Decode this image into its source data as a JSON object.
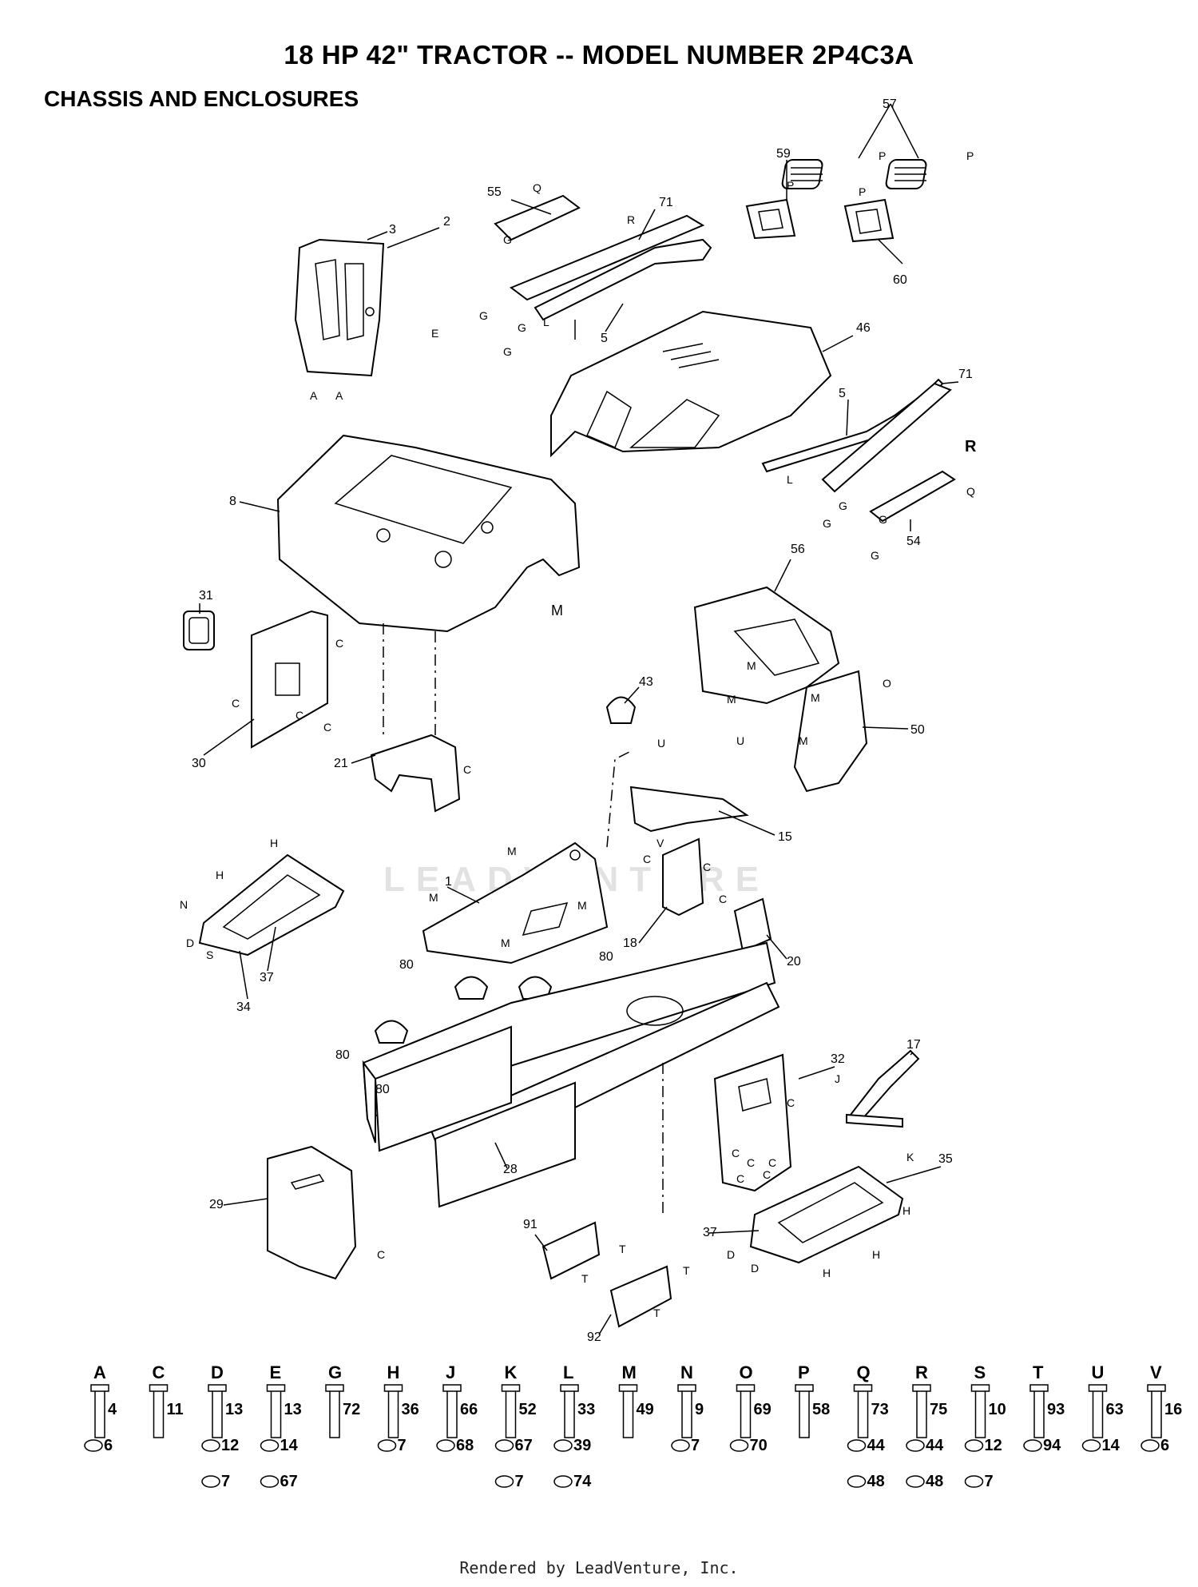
{
  "header": {
    "title": "18 HP 42\" TRACTOR -- MODEL NUMBER 2P4C3A",
    "subtitle": "CHASSIS AND ENCLOSURES"
  },
  "watermark": "LEADVENTURE",
  "callouts": [
    {
      "id": "c57",
      "label": "57"
    },
    {
      "id": "c59",
      "label": "59"
    },
    {
      "id": "c60",
      "label": "60"
    },
    {
      "id": "c55",
      "label": "55"
    },
    {
      "id": "c71a",
      "label": "71"
    },
    {
      "id": "c5a",
      "label": "5"
    },
    {
      "id": "c3",
      "label": "3"
    },
    {
      "id": "c2",
      "label": "2"
    },
    {
      "id": "c46",
      "label": "46"
    },
    {
      "id": "c71b",
      "label": "71"
    },
    {
      "id": "c5b",
      "label": "5"
    },
    {
      "id": "c54",
      "label": "54"
    },
    {
      "id": "c8",
      "label": "8"
    },
    {
      "id": "c31",
      "label": "31"
    },
    {
      "id": "c56",
      "label": "56"
    },
    {
      "id": "c43",
      "label": "43"
    },
    {
      "id": "c50",
      "label": "50"
    },
    {
      "id": "c30",
      "label": "30"
    },
    {
      "id": "c21",
      "label": "21"
    },
    {
      "id": "c15",
      "label": "15"
    },
    {
      "id": "c1",
      "label": "1"
    },
    {
      "id": "c18",
      "label": "18"
    },
    {
      "id": "c20",
      "label": "20"
    },
    {
      "id": "c37a",
      "label": "37"
    },
    {
      "id": "c34",
      "label": "34"
    },
    {
      "id": "c80a",
      "label": "80"
    },
    {
      "id": "c80b",
      "label": "80"
    },
    {
      "id": "c80c",
      "label": "80"
    },
    {
      "id": "c80d",
      "label": "80"
    },
    {
      "id": "c32",
      "label": "32"
    },
    {
      "id": "c17",
      "label": "17"
    },
    {
      "id": "c35",
      "label": "35"
    },
    {
      "id": "c29",
      "label": "29"
    },
    {
      "id": "c28",
      "label": "28"
    },
    {
      "id": "c91",
      "label": "91"
    },
    {
      "id": "c92",
      "label": "92"
    },
    {
      "id": "c37b",
      "label": "37"
    }
  ],
  "hardware": [
    {
      "letter": "A",
      "parts": [
        "4",
        "6"
      ]
    },
    {
      "letter": "C",
      "parts": [
        "11"
      ]
    },
    {
      "letter": "D",
      "parts": [
        "13",
        "12",
        "7"
      ]
    },
    {
      "letter": "E",
      "parts": [
        "13",
        "14",
        "67"
      ]
    },
    {
      "letter": "G",
      "parts": [
        "72"
      ]
    },
    {
      "letter": "H",
      "parts": [
        "36",
        "7"
      ]
    },
    {
      "letter": "J",
      "parts": [
        "66",
        "68"
      ]
    },
    {
      "letter": "K",
      "parts": [
        "52",
        "67",
        "7"
      ]
    },
    {
      "letter": "L",
      "parts": [
        "33",
        "39",
        "74"
      ]
    },
    {
      "letter": "M",
      "parts": [
        "49"
      ]
    },
    {
      "letter": "N",
      "parts": [
        "9",
        "7"
      ]
    },
    {
      "letter": "O",
      "parts": [
        "69",
        "70"
      ]
    },
    {
      "letter": "P",
      "parts": [
        "58"
      ]
    },
    {
      "letter": "Q",
      "parts": [
        "73",
        "44",
        "48"
      ]
    },
    {
      "letter": "R",
      "parts": [
        "75",
        "44",
        "48"
      ]
    },
    {
      "letter": "S",
      "parts": [
        "10",
        "12",
        "7"
      ]
    },
    {
      "letter": "T",
      "parts": [
        "93",
        "94"
      ]
    },
    {
      "letter": "U",
      "parts": [
        "63",
        "14"
      ]
    },
    {
      "letter": "V",
      "parts": [
        "16",
        "6"
      ]
    }
  ],
  "footer": "Rendered by LeadVenture, Inc."
}
